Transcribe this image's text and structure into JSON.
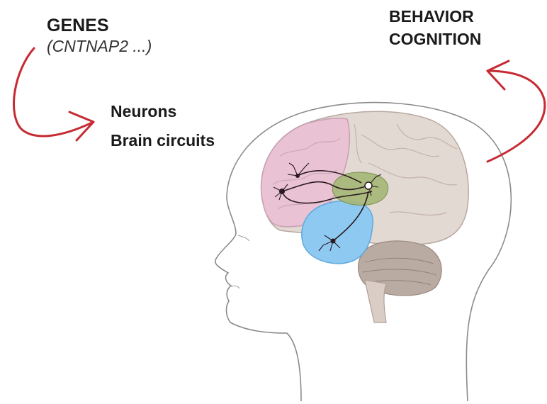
{
  "labels": {
    "genes": "GENES",
    "genes_example": "(CNTNAP2 ...)",
    "neurons": "Neurons",
    "brain_circuits": "Brain circuits",
    "behavior": "BEHAVIOR",
    "cognition": "COGNITION"
  },
  "colors": {
    "arrow": "#c62a33",
    "frontal_lobe": "#e9c2d4",
    "temporal_highlight": "#8ec9f2",
    "subcortical_highlight": "#a6b877",
    "cortex": "#e3d9d3",
    "cerebellum": "#b9aaa2",
    "head_outline": "#8b8b8b",
    "neuron": "#2a1a1e"
  }
}
